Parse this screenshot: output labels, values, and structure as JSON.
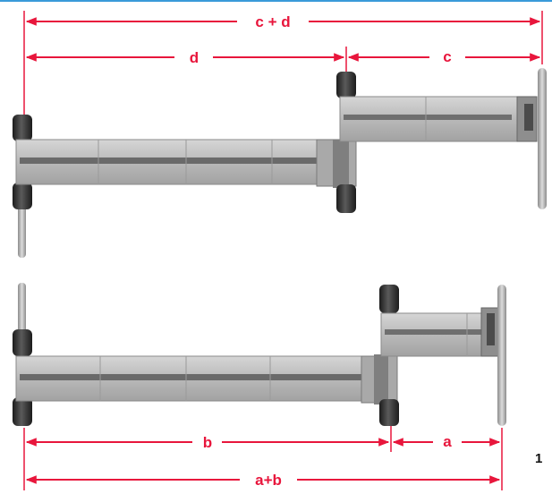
{
  "labels": {
    "c_plus_d": "c + d",
    "d": "d",
    "c": "c",
    "b": "b",
    "a": "a",
    "a_plus_b": "a+b",
    "figure_number": "1"
  },
  "colors": {
    "dimension": "#e8163c",
    "rail_light": "#c9c9c9",
    "rail_mid": "#a8a8a8",
    "rail_dark": "#6a6a6a",
    "pin_dark": "#2e2e2e",
    "rod": "#b8b8b8",
    "top_line": "#3a9ad9"
  }
}
